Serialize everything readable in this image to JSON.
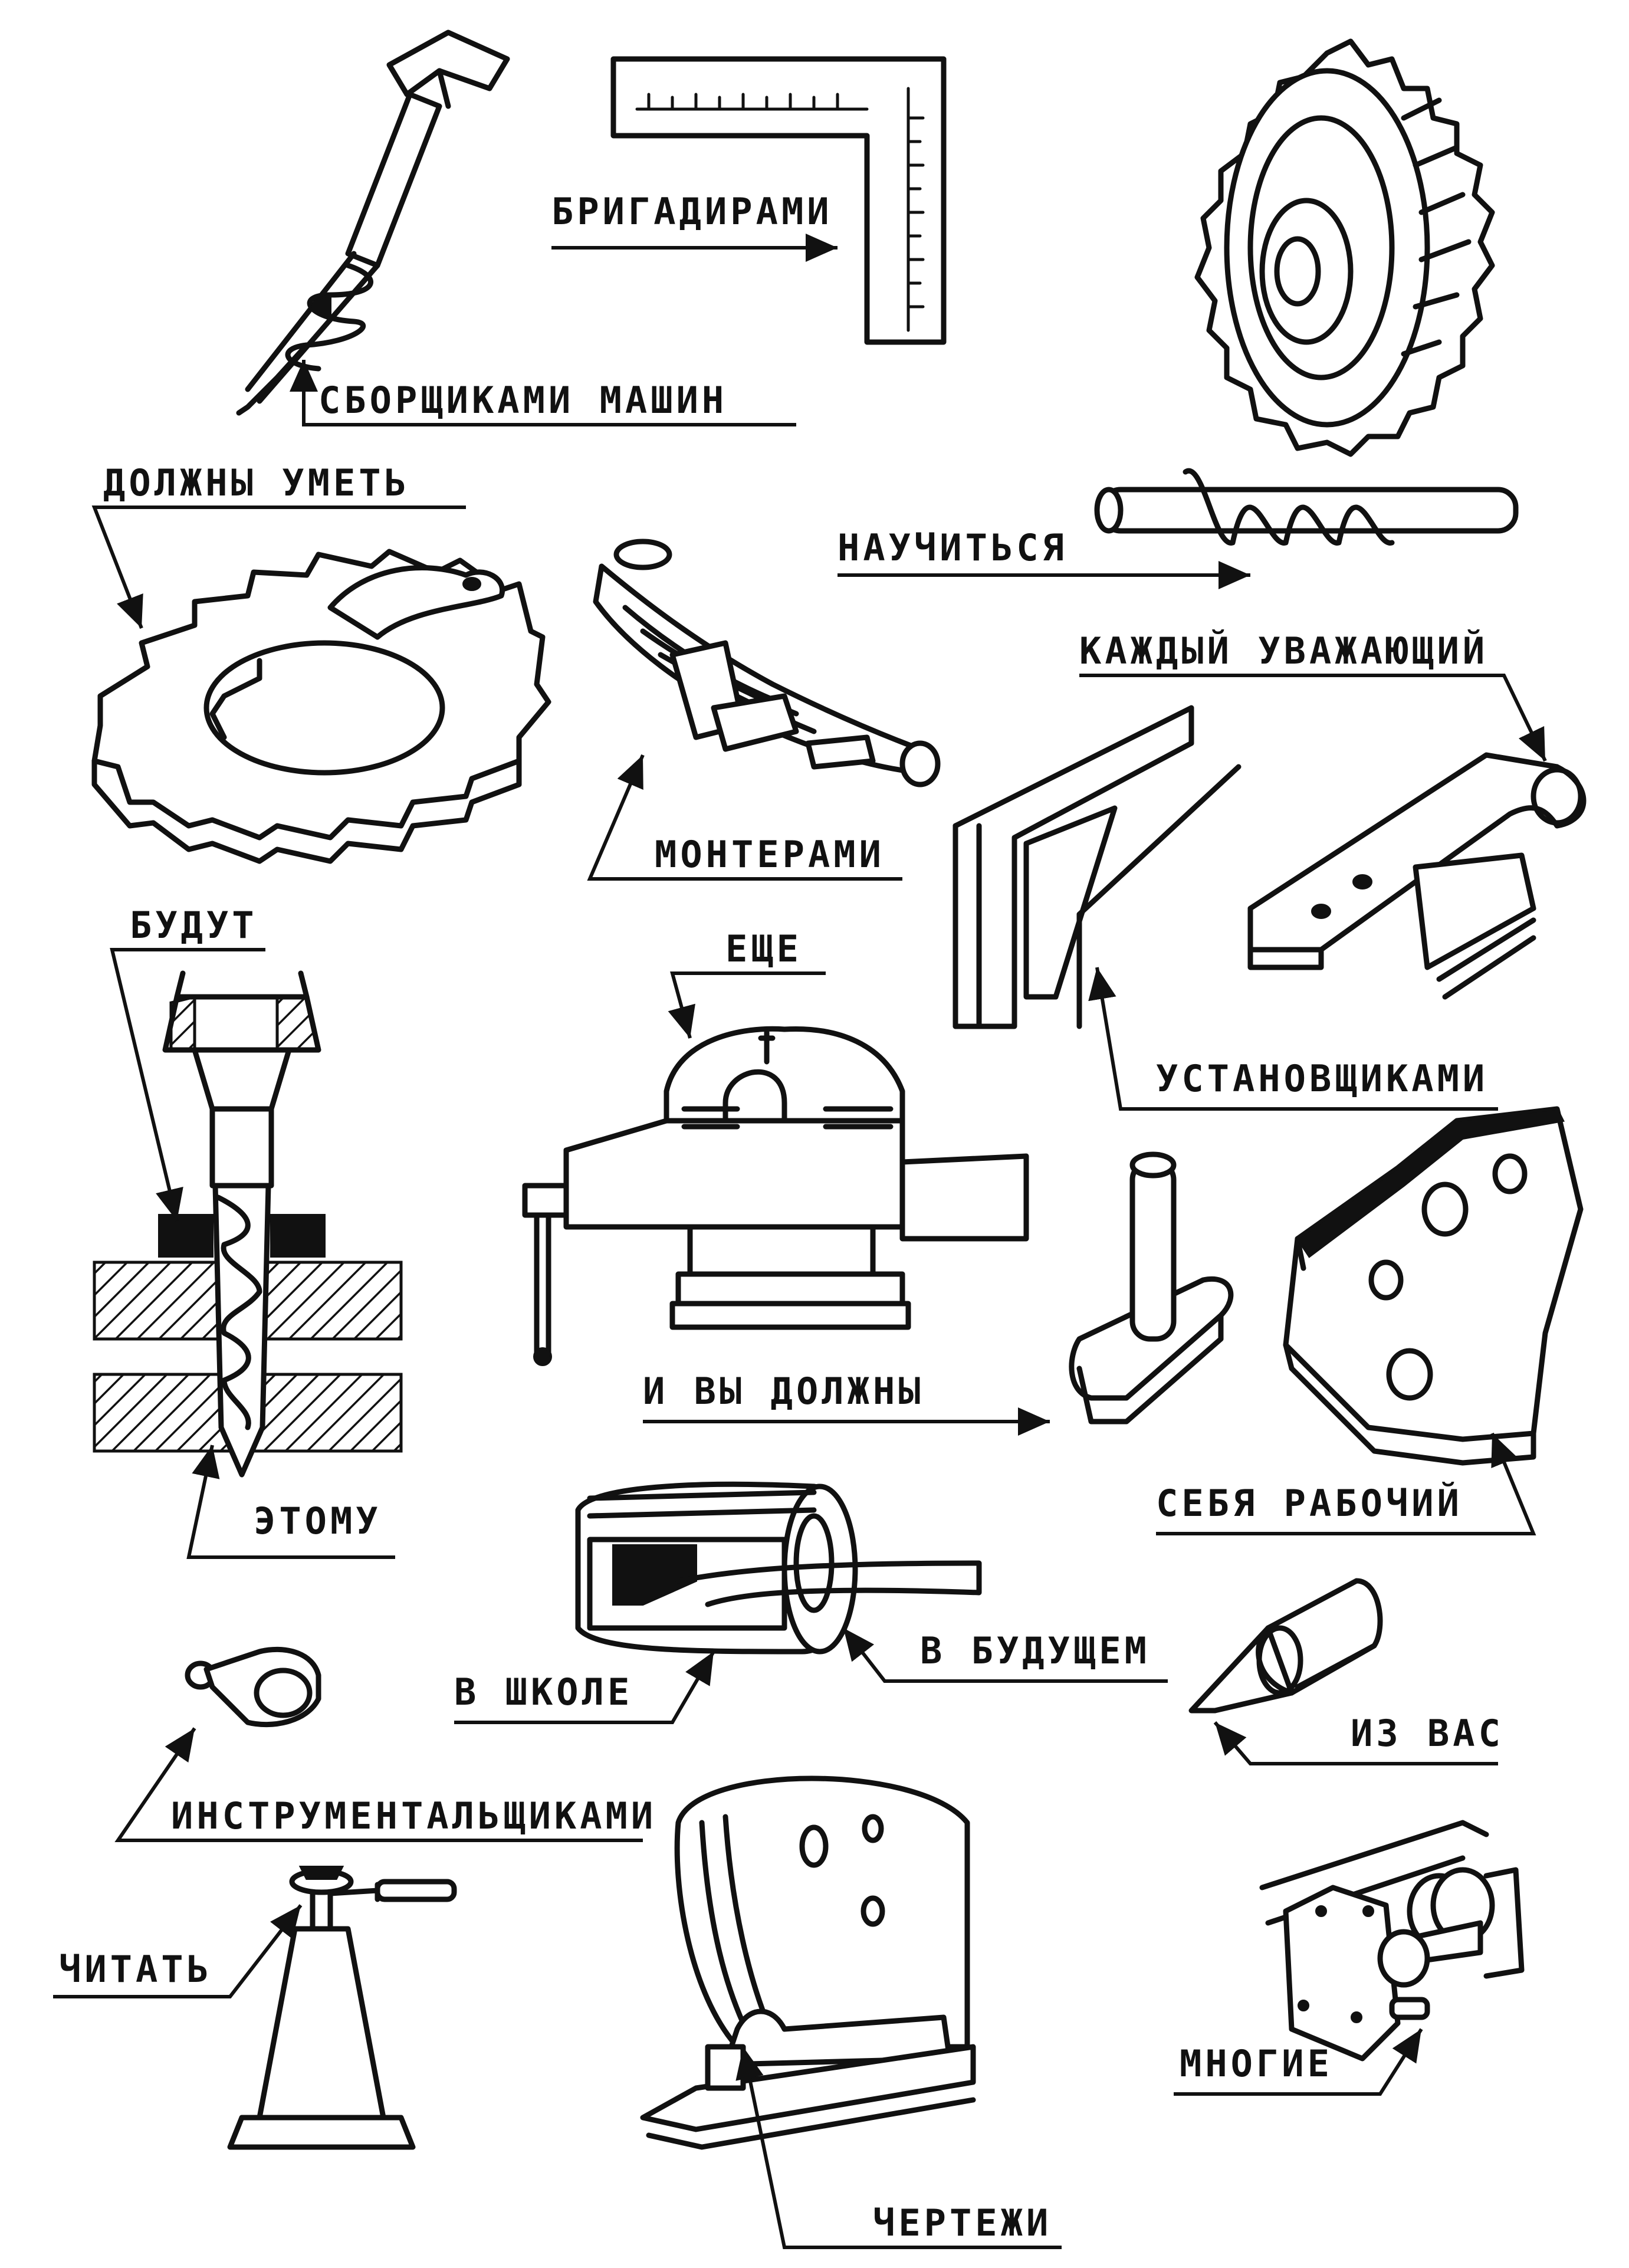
{
  "labels": {
    "sborshchikami": "СБОРЩИКАМИ МАШИН",
    "brigadirami": "БРИГАДИРАМИ",
    "nauchitsya": "НАУЧИТЬСЯ",
    "dolzhny_umet": "ДОЛЖНЫ УМЕТЬ",
    "kazhdy": "КАЖДЫЙ УВАЖАЮЩИЙ",
    "monterami": "МОНТЕРАМИ",
    "budut": "БУДУТ",
    "eshche": "ЕЩЕ",
    "ustanovshchikami": "УСТАНОВЩИКАМИ",
    "i_vy_dolzhny": "И ВЫ ДОЛЖНЫ",
    "etomu": "ЭТОМУ",
    "sebya_rabochy": "СЕБЯ РАБОЧИЙ",
    "v_shkole": "В ШКОЛЕ",
    "v_budushchem": "В БУДУЩЕМ",
    "iz_vas": "ИЗ ВАС",
    "instrumentalshchikami": "ИНСТРУМЕНТАЛЬЩИКАМИ",
    "chitat": "ЧИТАТЬ",
    "mnogie": "МНОГИЕ",
    "chertezhi": "ЧЕРТЕЖИ"
  },
  "icons": [
    "t-head-bolt-icon",
    "carpenter-square-icon",
    "worm-gear-icon",
    "ratchet-wheel-icon",
    "leaf-spring-icon",
    "angle-bracket-icon",
    "hinge-strap-icon",
    "drill-chuck-icon",
    "bench-vise-icon",
    "t-pin-icon",
    "perforated-plate-icon",
    "pipe-coupling-icon",
    "lathe-center-icon",
    "cam-pin-icon",
    "screw-jack-icon",
    "rail-wheel-icon",
    "trolley-carriage-icon"
  ],
  "colors": {
    "ink": "#111111",
    "paper": "#ffffff"
  }
}
